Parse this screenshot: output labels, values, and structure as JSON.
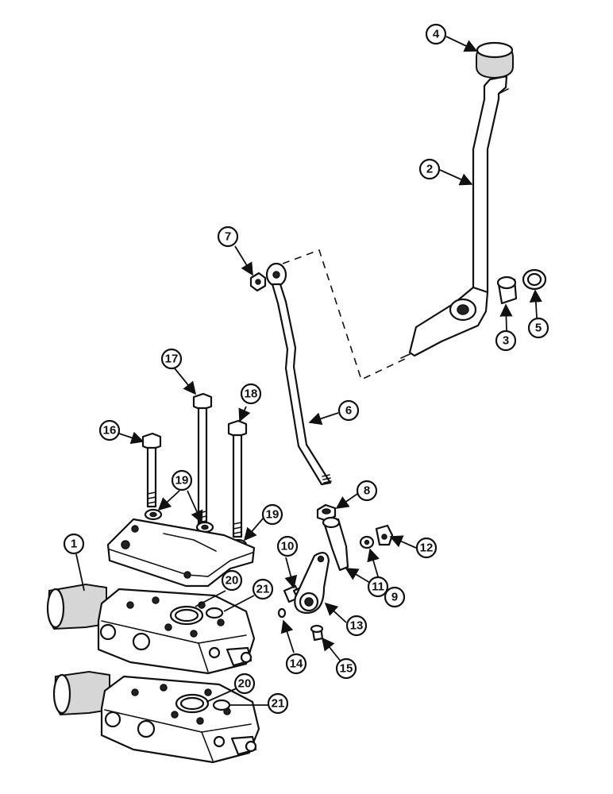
{
  "callouts": [
    {
      "id": "1",
      "label": "1"
    },
    {
      "id": "2",
      "label": "2"
    },
    {
      "id": "3",
      "label": "3"
    },
    {
      "id": "4",
      "label": "4"
    },
    {
      "id": "5",
      "label": "5"
    },
    {
      "id": "6",
      "label": "6"
    },
    {
      "id": "7",
      "label": "7"
    },
    {
      "id": "8",
      "label": "8"
    },
    {
      "id": "9",
      "label": "9"
    },
    {
      "id": "10",
      "label": "10"
    },
    {
      "id": "11",
      "label": "11"
    },
    {
      "id": "12",
      "label": "12"
    },
    {
      "id": "13",
      "label": "13"
    },
    {
      "id": "14",
      "label": "14"
    },
    {
      "id": "15",
      "label": "15"
    },
    {
      "id": "16",
      "label": "16"
    },
    {
      "id": "17",
      "label": "17"
    },
    {
      "id": "18",
      "label": "18"
    },
    {
      "id": "19a",
      "label": "19"
    },
    {
      "id": "19b",
      "label": "19"
    },
    {
      "id": "20a",
      "label": "20"
    },
    {
      "id": "20b",
      "label": "20"
    },
    {
      "id": "21a",
      "label": "21"
    },
    {
      "id": "21b",
      "label": "21"
    }
  ]
}
